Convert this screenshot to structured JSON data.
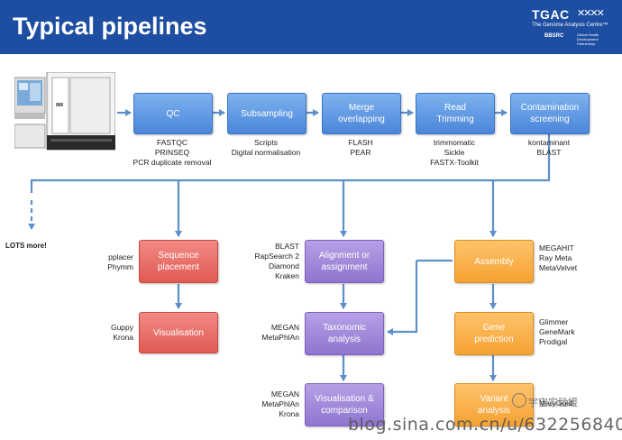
{
  "header": {
    "title": "Typical pipelines",
    "logo_name": "TGAC",
    "logo_subtitle": "The Genome Analysis Centre™",
    "logo_partner": "BBSRC",
    "logo_small": "Global Health Development Partnership"
  },
  "colors": {
    "header": "#1d4ea1",
    "blue": "#5b95e3",
    "red": "#e8675f",
    "purple": "#9a81d8",
    "orange": "#f7a93d",
    "arrow": "#5d8fc9"
  },
  "top_row": [
    {
      "label": "QC",
      "tools": [
        "FASTQC",
        "PRINSEQ",
        "PCR duplicate removal"
      ]
    },
    {
      "label": "Subsampling",
      "tools": [
        "Scripts",
        "Digital normalisation"
      ]
    },
    {
      "label": "Merge overlapping",
      "tools": [
        "FLASH",
        "PEAR"
      ]
    },
    {
      "label": "Read Trimming",
      "tools": [
        "trimmomatic",
        "Sickle",
        "FASTX-Toolkit"
      ]
    },
    {
      "label": "Contamination screening",
      "tools": [
        "kontaminant",
        "BLAST"
      ]
    }
  ],
  "lots_more": "LOTS more!",
  "left_branch": [
    {
      "label": "Sequence placement",
      "tools": [
        "pplacer",
        "Phymm"
      ]
    },
    {
      "label": "Visualisation",
      "tools": [
        "Guppy",
        "Krona"
      ]
    }
  ],
  "middle_branch": [
    {
      "label": "Alignment or assignment",
      "tools": [
        "BLAST",
        "RapSearch 2",
        "Diamond",
        "Kraken"
      ]
    },
    {
      "label": "Taxonomic analysis",
      "tools": [
        "MEGAN",
        "MetaPhlAn"
      ]
    },
    {
      "label": "Visualisation & comparison",
      "tools": [
        "MEGAN",
        "MetaPhlAn",
        "Krona"
      ]
    }
  ],
  "right_branch": [
    {
      "label": "Assembly",
      "tools": [
        "MEGAHIT",
        "Ray Meta",
        "MetaVelvet"
      ]
    },
    {
      "label": "Gene prediction",
      "tools": [
        "Glimmer",
        "GeneMark",
        "Prodigal"
      ]
    },
    {
      "label": "Variant analysis",
      "tools": [
        "MaryGold"
      ]
    }
  ],
  "watermark": {
    "url": "blog.sina.com.cn/u/6322568402",
    "account": "宇宙实验媛"
  }
}
